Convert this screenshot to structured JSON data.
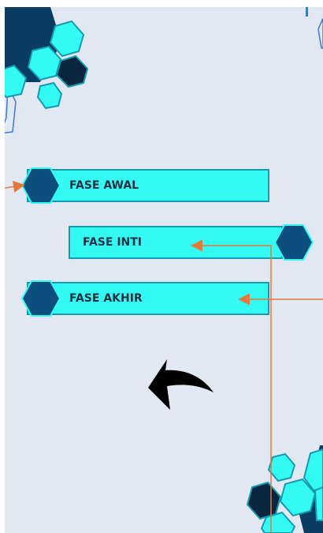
{
  "menu": {
    "items": [
      {
        "label": "FASE AWAL"
      },
      {
        "label": "FASE INTI"
      },
      {
        "label": "FASE AKHIR"
      }
    ]
  },
  "navigation": {
    "back_icon": "curved-back-arrow-icon"
  },
  "colors": {
    "background": "#e1e8f1",
    "bar_fill": "#33fbf3",
    "bar_border": "#159ab0",
    "badge_dark_blue": "#0c4f7e",
    "connector_orange": "#e2783a",
    "text_dark": "#233044"
  }
}
